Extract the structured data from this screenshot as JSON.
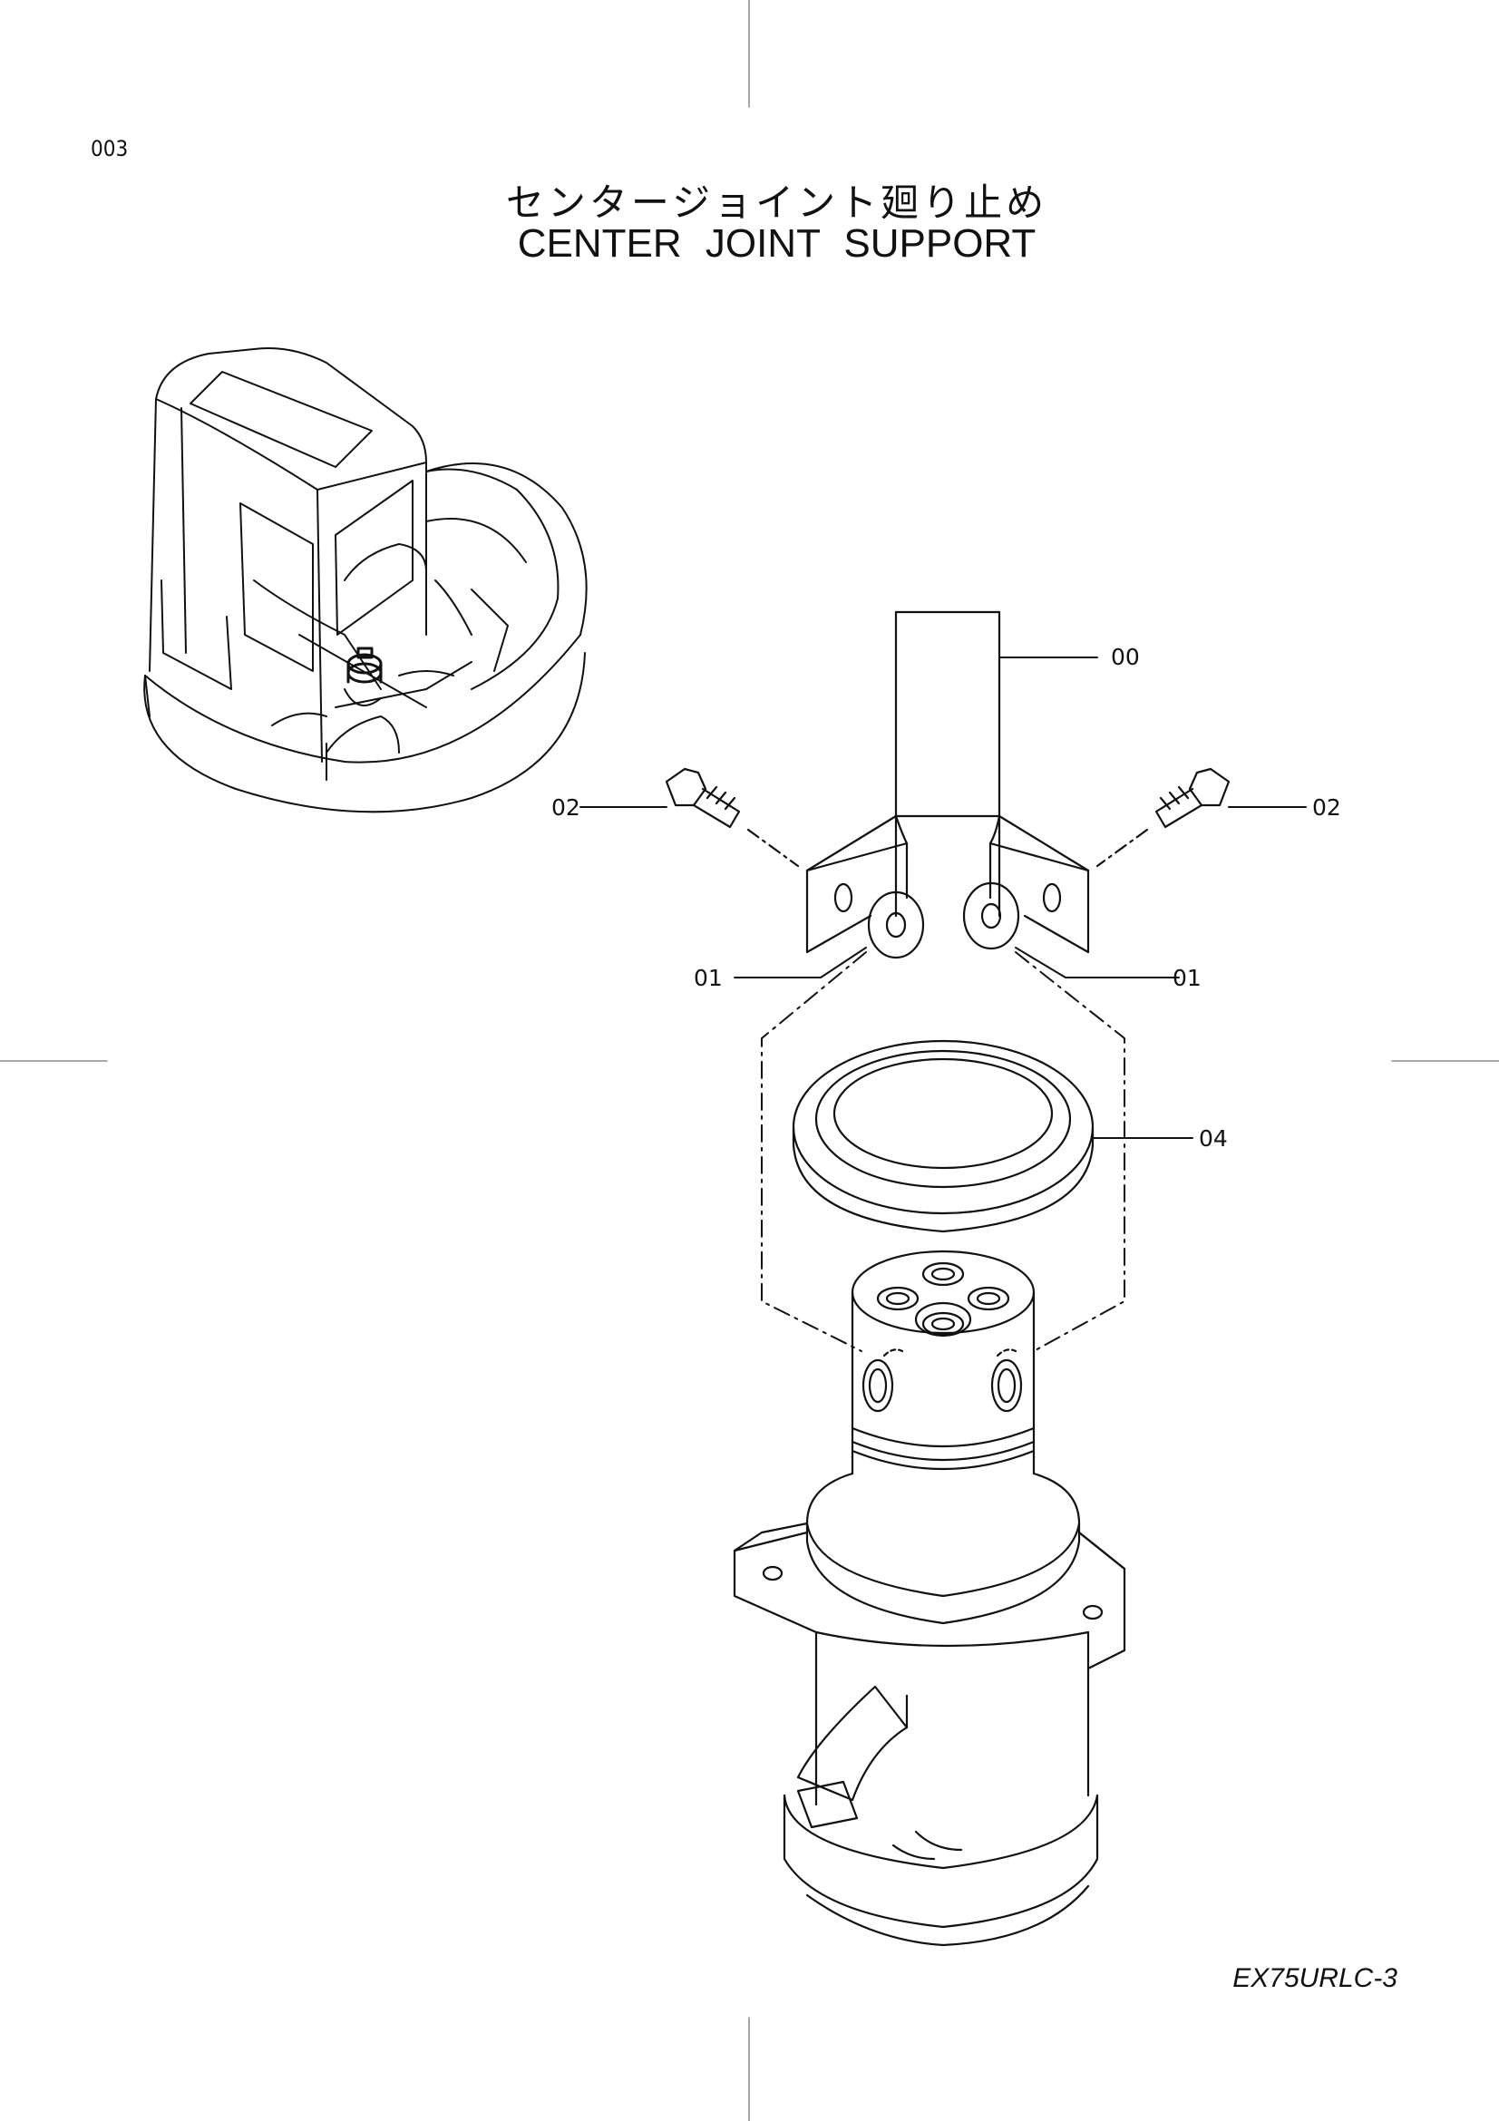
{
  "page_code": "003",
  "title_jp": "センタージョイント廻り止め",
  "title_en": "CENTER JOINT SUPPORT",
  "model": "EX75URLC-3",
  "callouts": {
    "c00": "00",
    "c02_left": "02",
    "c02_right": "02",
    "c01_left": "01",
    "c01_right": "01",
    "c04": "04"
  }
}
